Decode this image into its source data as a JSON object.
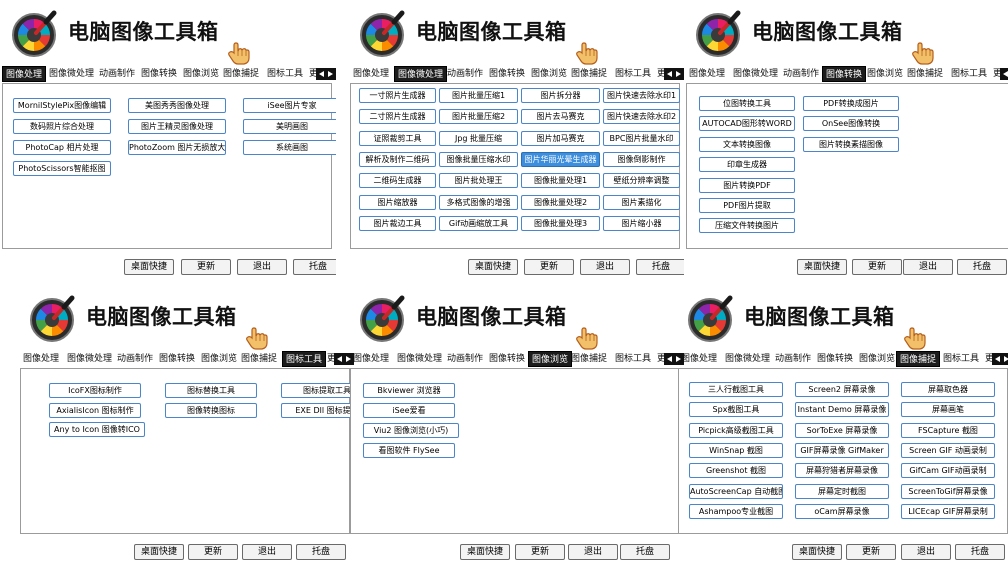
{
  "app_title": "电脑图像工具箱",
  "tabs": [
    "图像处理",
    "图像微处理",
    "动画制作",
    "图像转换",
    "图像浏览",
    "图像捕捉",
    "图标工具",
    "更新"
  ],
  "bottom_buttons": [
    "桌面快捷",
    "更新",
    "退出",
    "托盘"
  ],
  "panels": [
    {
      "active_tab": 0,
      "selected": -1,
      "cols": 3,
      "items": [
        "MornilStylePix图像编辑",
        "美图秀秀图像处理",
        "iSee图片专家",
        "数码照片综合处理",
        "图片王精灵图像处理",
        "美明画图",
        "PhotoCap 相片处理",
        "PhotoZoom 图片无损放大",
        "系统画图",
        "PhotoScissors智能抠图"
      ]
    },
    {
      "active_tab": 1,
      "selected": 14,
      "cols": 4,
      "items": [
        "一寸照片生成器",
        "图片批量压缩1",
        "图片拆分器",
        "图片快速去除水印1",
        "二寸照片生成器",
        "图片批量压缩2",
        "图片去马赛克",
        "图片快速去除水印2",
        "证照裁剪工具",
        "Jpg 批量压缩",
        "图片加马赛克",
        "BPC图片批量水印",
        "解析及制作二维码",
        "图像批量压缩水印",
        "图片华丽光晕生成器",
        "图像倒影制作",
        "二维码生成器",
        "图片批处理王",
        "图像批量处理1",
        "壁纸分辨率调整",
        "图片缩放器",
        "多格式图像的增强",
        "图像批量处理2",
        "图片素描化",
        "图片裁边工具",
        "Gif动画缩放工具",
        "图像批量处理3",
        "图片缩小器"
      ]
    },
    {
      "active_tab": 3,
      "selected": -1,
      "cols": 2,
      "items": [
        "位图转换工具",
        "PDF转换成图片",
        "AUTOCAD图形转WORD",
        "OnSee图像转换",
        "文本转换图像",
        "图片转换素描图像",
        "印章生成器",
        "",
        "图片转换PDF",
        "",
        "PDF图片提取",
        "",
        "压缩文件转换图片",
        ""
      ]
    },
    {
      "active_tab": 6,
      "selected": -1,
      "cols": 3,
      "items": [
        "IcoFX图标制作",
        "图标替换工具",
        "图标提取工具",
        "AxialisIcon 图标制作",
        "图像转换图标",
        "EXE Dll 图标提取",
        "Any to Icon 图像转ICO"
      ]
    },
    {
      "active_tab": 4,
      "selected": -1,
      "cols": 1,
      "items": [
        "Bkviewer 浏览器",
        "iSee爱看",
        "Viu2 图像浏览(小巧)",
        "看图软件 FlySee"
      ]
    },
    {
      "active_tab": 5,
      "selected": -1,
      "cols": 3,
      "items": [
        "三人行截图工具",
        "Screen2 屏幕录像",
        "屏幕取色器",
        "Spx截图工具",
        "Instant Demo 屏幕录像",
        "屏幕画笔",
        "Picpick高级截图工具",
        "SorToExe 屏幕录像",
        "FSCapture 截图",
        "WinSnap 截图",
        "GIF屏幕录像 GifMaker",
        "Screen GIF 动画录制",
        "Greenshot 截图",
        "屏幕狩猎者屏幕录像",
        "GifCam GIF动画录制",
        "AutoScreenCap 自动截图",
        "屏幕定时截图",
        "ScreenToGif屏幕录像",
        "Ashampoo专业截图",
        "oCam屏幕录像",
        "LICEcap GIF屏幕录制"
      ]
    }
  ]
}
